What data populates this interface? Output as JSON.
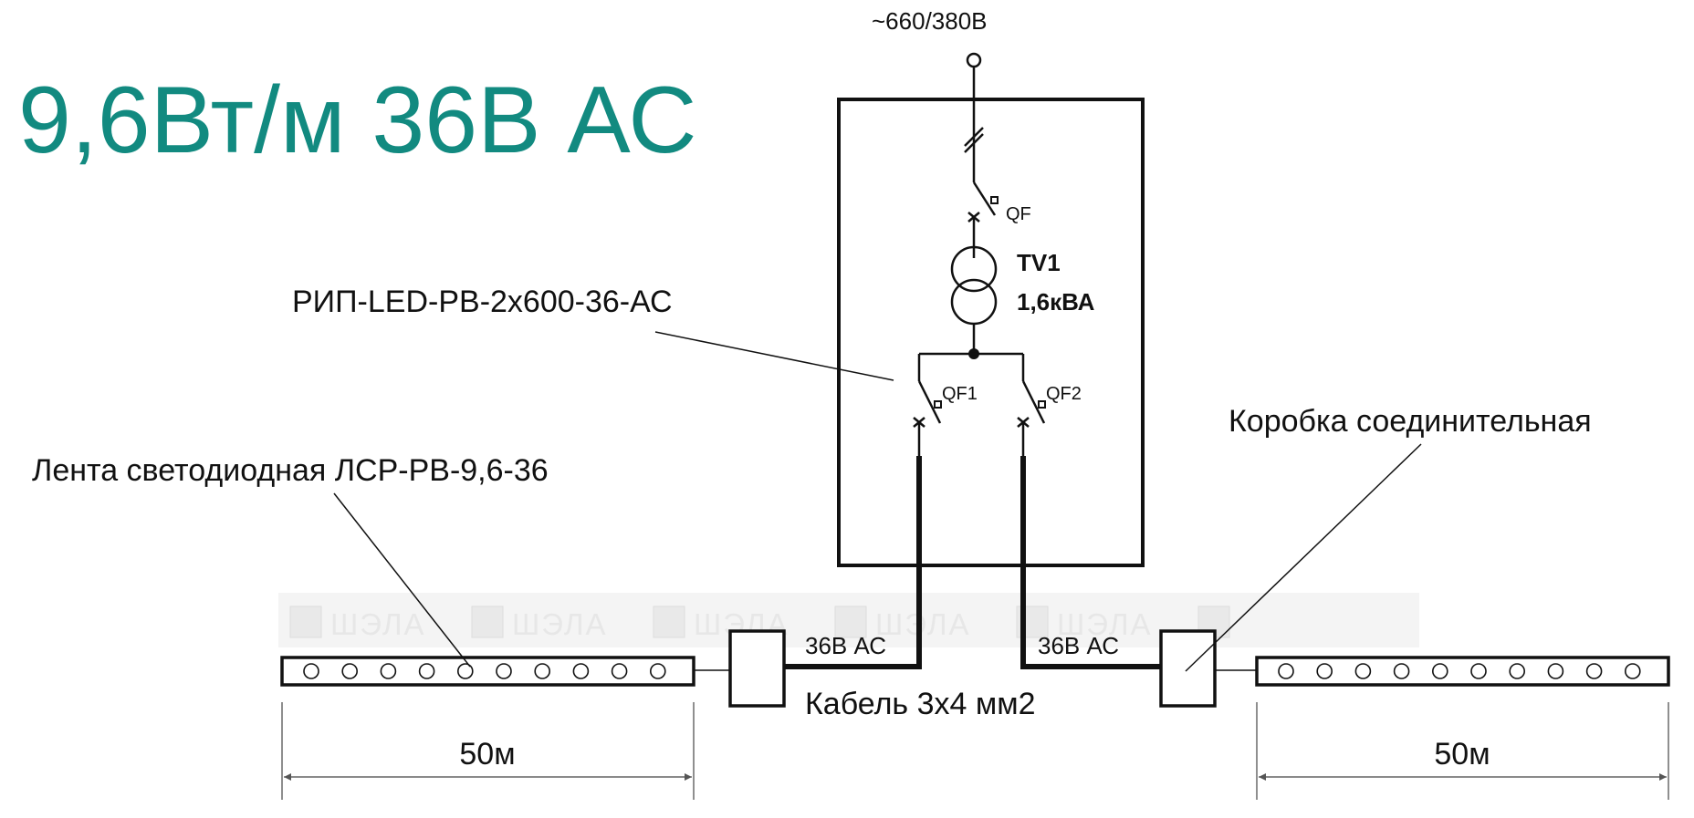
{
  "title": "9,6Вт/м 36В АС",
  "colors": {
    "title": "#128a80",
    "line": "#111111",
    "watermark": "#e7e7e7"
  },
  "supply": {
    "voltage_label": "~660/380В"
  },
  "cabinet": {
    "device_label": "РИП-LED-РВ-2х600-36-АС",
    "input_breaker": "QF",
    "transformer_name": "TV1",
    "transformer_power": "1,6кВА",
    "breaker_1": "QF1",
    "breaker_2": "QF2"
  },
  "lines": {
    "left_voltage": "36В АС",
    "right_voltage": "36В АС",
    "cable": "Кабель 3х4 мм2"
  },
  "callouts": {
    "led_strip": "Лента светодиодная ЛСР-РВ-9,6-36",
    "junction_box": "Коробка соединительная"
  },
  "strips": {
    "left_length": "50м",
    "right_length": "50м",
    "leds_per_strip": 10
  },
  "watermark": {
    "text": "ШЭЛА",
    "repeat": 5,
    "icon": "shela-logo-icon"
  }
}
